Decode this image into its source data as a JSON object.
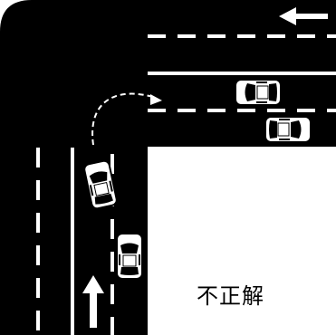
{
  "diagram": {
    "verdict_label": "不正解",
    "colors": {
      "road": "#000000",
      "ground": "#ffffff",
      "marking": "#ffffff",
      "car_body": "#ffffff",
      "car_outline": "#000000",
      "car_glass": "#000000"
    },
    "arrows": [
      {
        "name": "traffic-direction-left-arrow",
        "direction": "left"
      },
      {
        "name": "traffic-direction-up-arrow",
        "direction": "up"
      }
    ],
    "turn_path": {
      "style": "dashed",
      "direction": "right-turn"
    }
  }
}
